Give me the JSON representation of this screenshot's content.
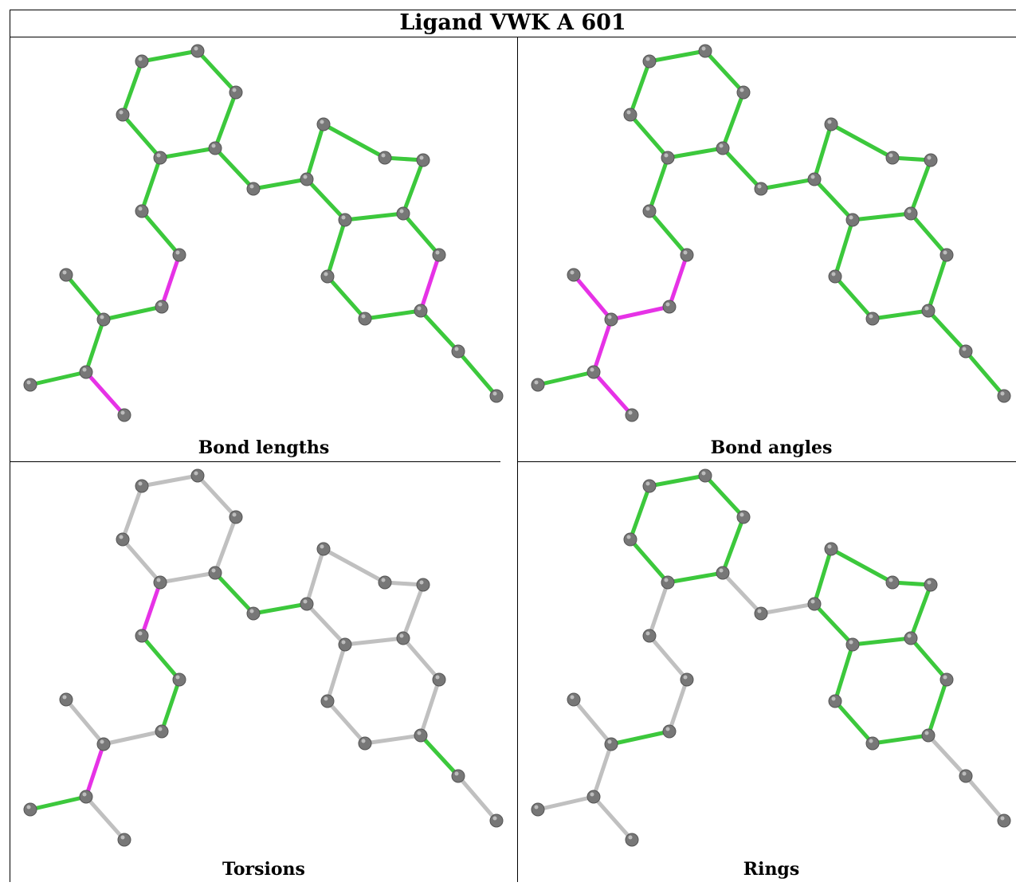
{
  "title": "Ligand VWK A 601",
  "colors": {
    "ok": "#3cc83c",
    "outlier": "#e632e6",
    "none": "#c0c0c0",
    "atom": "#777777"
  },
  "panels": [
    {
      "caption": "Bond lengths",
      "bonds": {
        "0": "ok",
        "1": "ok",
        "2": "ok",
        "3": "ok",
        "4": "ok",
        "5": "ok",
        "6": "ok",
        "7": "ok",
        "8": "ok",
        "9": "ok",
        "10": "ok",
        "11": "ok",
        "12": "ok",
        "13": "ok",
        "14": "ok",
        "15": "ok",
        "16": "ok",
        "17": "outlier",
        "18": "ok",
        "19": "ok",
        "20": "ok",
        "21": "ok",
        "22": "outlier",
        "23": "ok",
        "24": "ok",
        "25": "outlier",
        "26": "ok",
        "27": "ok",
        "28": "ok"
      }
    },
    {
      "caption": "Bond angles",
      "bonds": {
        "0": "ok",
        "1": "ok",
        "2": "ok",
        "3": "ok",
        "4": "ok",
        "5": "ok",
        "6": "ok",
        "7": "ok",
        "8": "ok",
        "9": "ok",
        "10": "ok",
        "11": "ok",
        "12": "ok",
        "13": "ok",
        "14": "ok",
        "15": "ok",
        "16": "ok",
        "17": "ok",
        "18": "ok",
        "19": "outlier",
        "20": "ok",
        "21": "ok",
        "22": "outlier",
        "23": "outlier",
        "24": "ok",
        "25": "outlier",
        "26": "outlier",
        "27": "ok",
        "28": "ok"
      }
    },
    {
      "caption": "Torsions",
      "bonds": {
        "0": "none",
        "1": "none",
        "2": "none",
        "3": "none",
        "4": "none",
        "5": "none",
        "6": "ok",
        "7": "ok",
        "8": "none",
        "9": "none",
        "10": "none",
        "11": "none",
        "12": "none",
        "13": "none",
        "14": "none",
        "15": "none",
        "16": "none",
        "17": "none",
        "18": "none",
        "19": "none",
        "20": "outlier",
        "21": "ok",
        "22": "ok",
        "23": "outlier",
        "24": "ok",
        "25": "none",
        "26": "none",
        "27": "ok",
        "28": "none"
      }
    },
    {
      "caption": "Rings",
      "bonds": {
        "0": "ok",
        "1": "ok",
        "2": "ok",
        "3": "ok",
        "4": "ok",
        "5": "ok",
        "6": "none",
        "7": "none",
        "8": "ok",
        "9": "ok",
        "10": "ok",
        "11": "ok",
        "12": "ok",
        "13": "ok",
        "14": "ok",
        "15": "ok",
        "16": "ok",
        "17": "ok",
        "18": "ok",
        "19": "ok",
        "20": "none",
        "21": "none",
        "22": "none",
        "23": "none",
        "24": "none",
        "25": "none",
        "26": "none",
        "27": "none",
        "28": "none"
      }
    }
  ]
}
